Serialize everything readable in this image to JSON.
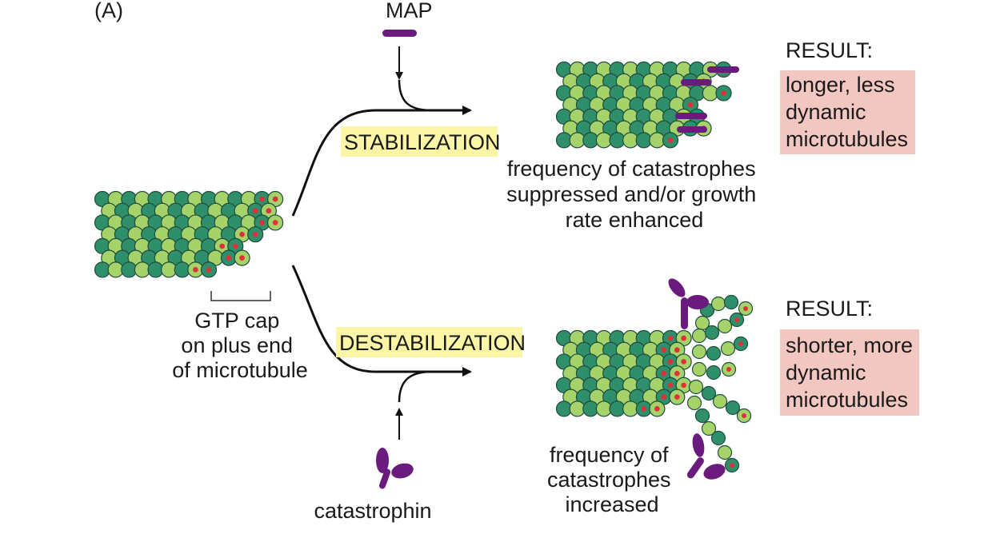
{
  "panel_label": "(A)",
  "map_label": "MAP",
  "stabilization_label": "STABILIZATION",
  "destabilization_label": "DESTABILIZATION",
  "gtp_cap_lines": [
    "GTP cap",
    "on plus end",
    "of microtubule"
  ],
  "stabilized_caption": [
    "frequency of catastrophes",
    "suppressed and/or growth",
    "rate enhanced"
  ],
  "destabilized_caption": [
    "frequency of",
    "catastrophes",
    "increased"
  ],
  "catastrophin_label": "catastrophin",
  "result_top": {
    "heading": "RESULT:",
    "lines": [
      "longer, less",
      "dynamic",
      "microtubules"
    ]
  },
  "result_bottom": {
    "heading": "RESULT:",
    "lines": [
      "shorter, more",
      "dynamic",
      "microtubules"
    ]
  },
  "colors": {
    "tubulin_dark": "#2f8f6b",
    "tubulin_light": "#a6d26a",
    "gtp_dot": "#e0303a",
    "map_protein": "#6a1b7d",
    "label_highlight": "#fbf6a6",
    "result_box": "#f3c7c1"
  }
}
